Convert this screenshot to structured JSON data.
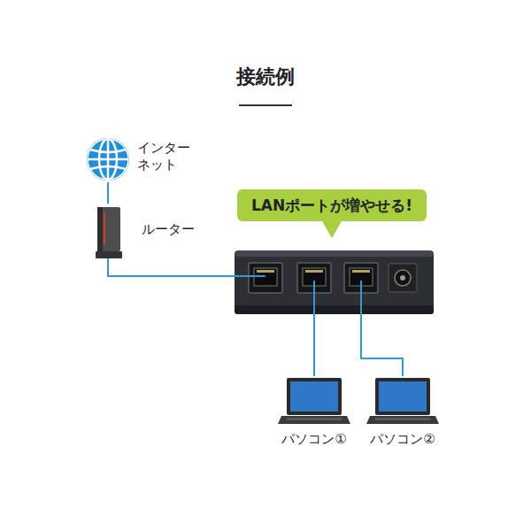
{
  "diagram": {
    "title": "接続例",
    "nodes": [
      {
        "text": [
          "インター ネット"
        ]
      },
      {
        "text": [
          "ルーター"
        ]
      },
      {
        "text": [
          "LANポートが増やせる!"
        ]
      },
      {
        "text": [
          "パソコン①"
        ]
      },
      {
        "text": [
          "パソコン②"
        ]
      }
    ],
    "edges": [
      {
        "from": 0,
        "to": 1,
        "arrow": "none"
      },
      {
        "from": 1,
        "to": 2,
        "arrow": "none"
      },
      {
        "from": 2,
        "to": 3,
        "arrow": "none"
      },
      {
        "from": 2,
        "to": 4,
        "arrow": "none"
      }
    ]
  }
}
